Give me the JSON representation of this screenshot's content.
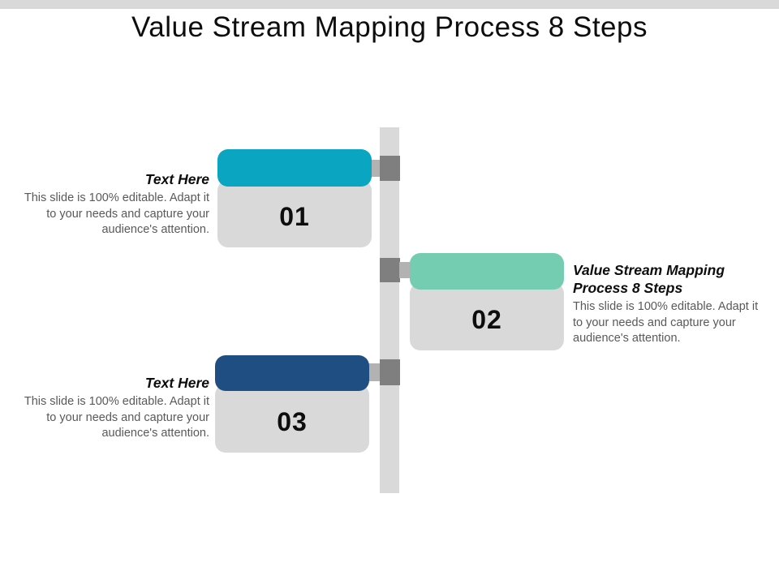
{
  "title": "Value Stream Mapping Process 8 Steps",
  "colors": {
    "top_strip": "#d9d9d9",
    "card_body_gray": "#d9d9d9",
    "timeline_bar": "#d9d9d9",
    "timeline_node": "#7f7f7f",
    "connector": "#b2b2b2",
    "step1_accent": "#0aa5c0",
    "step2_accent": "#74ccb1",
    "step3_accent": "#1f4e82",
    "heading_text": "#0d0d0d",
    "description_text": "#595959"
  },
  "steps": [
    {
      "number": "01",
      "side": "left",
      "heading": "Text Here",
      "description": "This slide is 100% editable. Adapt it to your needs and capture your audience's attention."
    },
    {
      "number": "02",
      "side": "right",
      "heading": "Value Stream Mapping Process 8 Steps",
      "description": "This slide is 100% editable. Adapt it to your needs and capture your audience's attention."
    },
    {
      "number": "03",
      "side": "left",
      "heading": "Text Here",
      "description": "This slide is 100% editable. Adapt it to your needs and capture your audience's attention."
    }
  ]
}
